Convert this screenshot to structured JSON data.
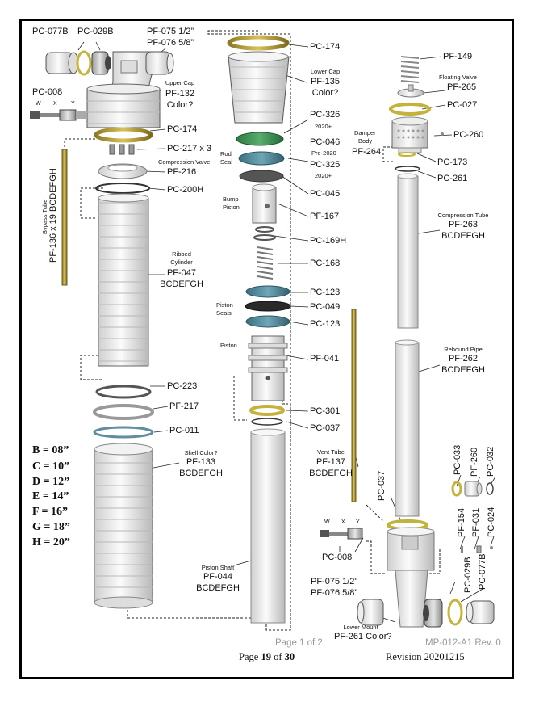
{
  "upper": {
    "pc077b": "PC-077B",
    "pc029b": "PC-029B",
    "pf075": "PF-075 1/2”",
    "pf076": "PF-076 5/8”",
    "upper_cap_title": "Upper Cap",
    "upper_cap_code": "PF-132",
    "upper_cap_color": "Color?",
    "pc008": "PC-008",
    "w": "W",
    "x": "X",
    "y": "Y",
    "pc174": "PC-174",
    "pc217": "PC-217 x 3",
    "comp_valve_title": "Compression Valve",
    "comp_valve_code": "PF-216",
    "pc200h": "PC-200H",
    "bypass": "Bypass Tube",
    "bypass_code": "PF-136 x 19  BCDEFGH",
    "ribbed_title_1": "Ribbed",
    "ribbed_title_2": "Cylinder",
    "ribbed_code": "PF-047",
    "ribbed_sizes": "BCDEFGH",
    "pc223": "PC-223",
    "pf217": "PF-217",
    "pc011": "PC-011",
    "shell_title": "Shell Color?",
    "shell_code": "PF-133",
    "shell_sizes": "BCDEFGH"
  },
  "sizes": [
    "B = 08”",
    "C = 10”",
    "D = 12”",
    "E = 14”",
    "F = 16”",
    "G = 18”",
    "H = 20”"
  ],
  "middle": {
    "pc174": "PC-174",
    "lower_cap_title": "Lower Cap",
    "lower_cap_code": "PF-135",
    "lower_cap_color": "Color?",
    "pc326": "PC-326",
    "y2020p": "2020+",
    "pc046": "PC-046",
    "pre2020": "Pre-2020",
    "rod_1": "Rod",
    "rod_2": "Seal",
    "pc325": "PC-325",
    "y2020p_b": "2020+",
    "pc045": "PC-045",
    "bump_1": "Bump",
    "bump_2": "Piston",
    "pf167": "PF-167",
    "pc169h": "PC-169H",
    "pc168": "PC-168",
    "pc123a": "PC-123",
    "piston_seals_1": "Piston",
    "piston_seals_2": "Seals",
    "pc049": "PC-049",
    "pc123b": "PC-123",
    "piston": "Piston",
    "pf041": "PF-041",
    "pc301": "PC-301",
    "pc037": "PC-037",
    "shaft_title": "Piston Shaft",
    "shaft_code": "PF-044",
    "shaft_sizes": "BCDEFGH"
  },
  "right": {
    "pf149": "PF-149",
    "floating_title": "Floating Valve",
    "pf265": "PF-265",
    "pc027": "PC-027",
    "damper_1": "Damper",
    "damper_2": "Body",
    "pf264": "PF-264",
    "pc260": "PC-260",
    "pc173": "PC-173",
    "pc261": "PC-261",
    "comp_tube_title": "Compression Tube",
    "comp_tube_code": "PF-263",
    "comp_tube_sizes": "BCDEFGH",
    "rebound_title": "Rebound Pipe",
    "rebound_code": "PF-262",
    "rebound_sizes": "BCDEFGH",
    "vent_title": "Vent Tube",
    "vent_code": "PF-137",
    "vent_sizes": "BCDEFGH",
    "pc037": "PC-037",
    "pc033": "PC-033",
    "pf260": "PF-260",
    "pc032": "PC-032",
    "pf154": "PF-154",
    "pf031": "PF-031",
    "pc024": "PC-024",
    "w": "W",
    "x": "X",
    "y": "Y",
    "pc008": "PC-008",
    "pf075": "PF-075 1/2”",
    "pf076": "PF-076 5/8”",
    "pc029b": "PC-029B",
    "pc077b": "PC-077B",
    "lower_mount_title": "Lower Mount",
    "lower_mount_code": "PF-261 Color?"
  },
  "footer": {
    "page_of": "Page 1 of 2",
    "doc_id": "MP-012-A1 Rev. 0",
    "page_prefix": "Page ",
    "page_num": "19",
    "page_mid": " of ",
    "page_total": "30",
    "revision": "Revision 20201215"
  }
}
